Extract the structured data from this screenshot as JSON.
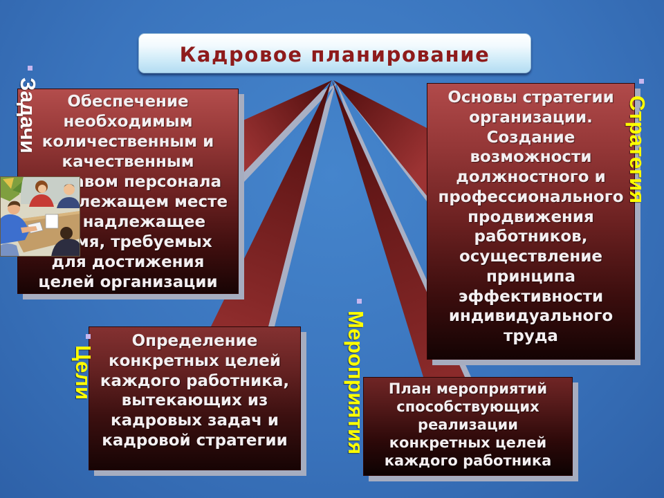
{
  "slide": {
    "title": "Кадровое планирование"
  },
  "labels": {
    "tasks": "Задачи",
    "strategy": "Стратегия",
    "goals": "Цели",
    "activities": "Мероприятия"
  },
  "boxes": {
    "tasks": {
      "lines": [
        "Обеспечение",
        "необходимым",
        "количественным и",
        "качественным",
        "составом персонала",
        "в надлежащем месте",
        "и в надлежащее",
        "время, требуемых",
        "для достижения",
        "целей организации"
      ]
    },
    "strategy": {
      "lines": [
        "Основы стратегии",
        "организации.",
        "Создание",
        "возможности",
        "должностного и",
        "профессионального",
        "продвижения",
        "работников,",
        "осуществление",
        "принципа",
        "эффективности",
        "индивидуального",
        "труда"
      ]
    },
    "goals": {
      "lines": [
        "Определение",
        "конкретных целей",
        "каждого работника,",
        "вытекающих из",
        "кадровых задач и",
        "кадровой стратегии"
      ]
    },
    "activities": {
      "lines": [
        "План мероприятий",
        "способствующих",
        "реализации",
        "конкретных целей",
        "каждого работника"
      ]
    }
  },
  "icons": {
    "bullet": "square-bullet-icon",
    "illustration": "meeting-people-illustration"
  },
  "colors": {
    "title_text": "#8e1b1b",
    "label_yellow": "#ffff00",
    "label_white": "#ffffff",
    "box_text": "#f4eff1",
    "bullet": "#c6b6ee"
  }
}
